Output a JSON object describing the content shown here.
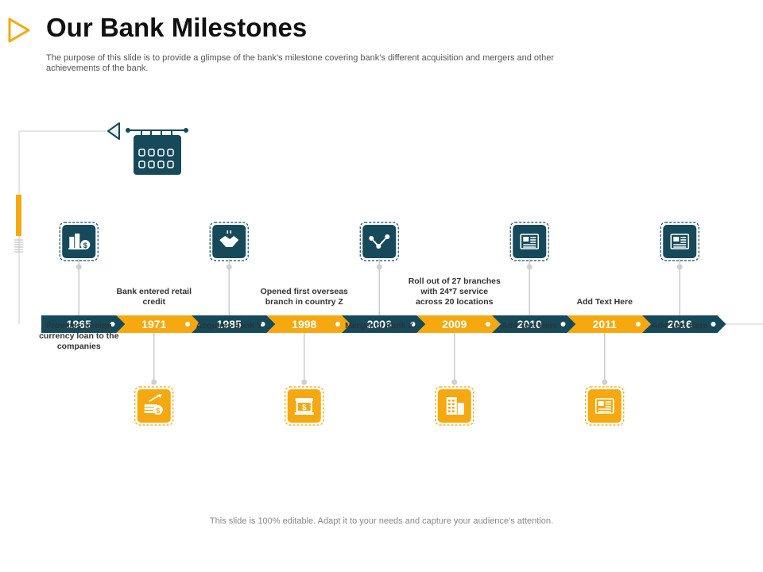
{
  "page": {
    "title": "Our Bank Milestones",
    "subtitle": "The purpose of this slide is to provide a glimpse of the bank’s milestone covering bank’s different acquisition and mergers and other achievements of the bank.",
    "footer": "This slide is 100% editable. Adapt it to your needs and capture your audience’s attention."
  },
  "colors": {
    "teal": "#16495a",
    "orange": "#f5a80f",
    "connector": "#cccccc"
  },
  "milestones": [
    {
      "year": "1965",
      "label": "Provides foreign currency loan to the companies",
      "icon": "bank-dollar-icon",
      "color": "teal"
    },
    {
      "year": "1971",
      "label": "Bank entered retail credit",
      "icon": "money-growth-icon",
      "color": "orange"
    },
    {
      "year": "1985",
      "label": "Acquires Bank Y",
      "icon": "handshake-icon",
      "color": "teal"
    },
    {
      "year": "1998",
      "label": "Opened first overseas branch in country Z",
      "icon": "bank-building-icon",
      "color": "orange"
    },
    {
      "year": "2006",
      "label": "Merger of Bank X",
      "icon": "network-icon",
      "color": "teal"
    },
    {
      "year": "2009",
      "label": "Roll out of 27 branches with 24*7 service across 20 locations",
      "icon": "office-building-icon",
      "color": "orange"
    },
    {
      "year": "2010",
      "label": "Add Text Here",
      "icon": "document-icon",
      "color": "teal"
    },
    {
      "year": "2011",
      "label": "Add Text Here",
      "icon": "document-icon",
      "color": "orange"
    },
    {
      "year": "2016",
      "label": "Add Text Here",
      "icon": "document-icon",
      "color": "teal"
    }
  ],
  "icons": {
    "header_arrow": "play-arrow-icon",
    "calendar": "calendar-icon",
    "pointer": "triangle-pointer-icon"
  }
}
